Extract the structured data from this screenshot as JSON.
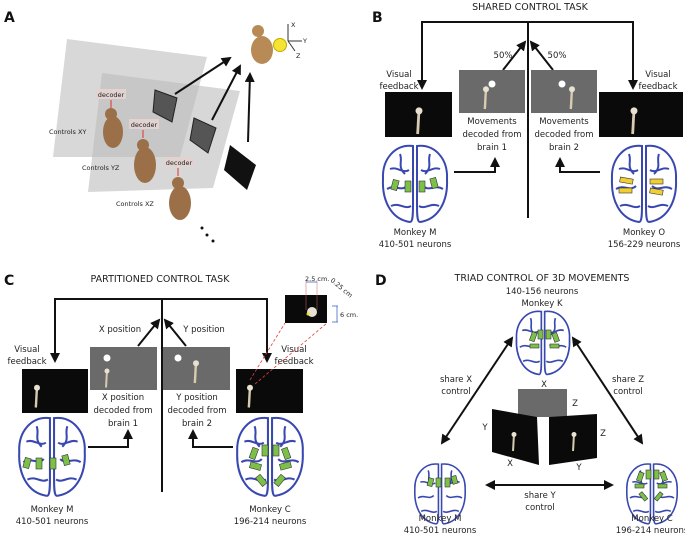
{
  "colors": {
    "brain_outline": "#3848b0",
    "electrode_green": "#7cc04a",
    "electrode_yellow": "#f0d030",
    "target_yellow": "#f5e431",
    "monkey_brown": "#9b7048"
  },
  "panel_a": {
    "label": "A",
    "planes": [
      "Controls XY",
      "Controls YZ",
      "Controls XZ"
    ],
    "decoder": "decoder",
    "axes": [
      "X",
      "Y",
      "Z"
    ]
  },
  "panel_b": {
    "label": "B",
    "title": "SHARED CONTROL TASK",
    "left_share": "50%",
    "right_share": "50%",
    "visual_feedback": [
      "Visual",
      "feedback"
    ],
    "left_decoded": [
      "Movements",
      "decoded from",
      "brain 1"
    ],
    "right_decoded": [
      "Movements",
      "decoded from",
      "brain 2"
    ],
    "left_monkey": [
      "Monkey M",
      "410-501 neurons"
    ],
    "right_monkey": [
      "Monkey O",
      "156-229 neurons"
    ]
  },
  "panel_c": {
    "label": "C",
    "title": "PARTITIONED CONTROL TASK",
    "left_share": "X position",
    "right_share": "Y position",
    "visual_feedback": [
      "Visual",
      "feedback"
    ],
    "left_decoded": [
      "X position",
      "decoded from",
      "brain 1"
    ],
    "right_decoded": [
      "Y position",
      "decoded from",
      "brain 2"
    ],
    "left_monkey": [
      "Monkey M",
      "410-501 neurons"
    ],
    "right_monkey": [
      "Monkey C",
      "196-214 neurons"
    ],
    "inset": {
      "width": "2.5 cm.",
      "tolerance": "0.25 cm",
      "height": "6 cm."
    }
  },
  "panel_d": {
    "label": "D",
    "title": "TRIAD CONTROL OF 3D MOVEMENTS",
    "top_monkey": [
      "140-156 neurons",
      "Monkey K"
    ],
    "left_monkey": [
      "Monkey M",
      "410-501 neurons"
    ],
    "right_monkey": [
      "Monkey C",
      "196-214 neurons"
    ],
    "share_x": [
      "share X",
      "control"
    ],
    "share_z": [
      "share Z",
      "control"
    ],
    "share_y": [
      "share Y",
      "control"
    ],
    "screen_axes": {
      "top": [
        "X",
        "Z"
      ],
      "left": [
        "Y",
        "X"
      ],
      "right": [
        "Z",
        "Y"
      ]
    }
  }
}
